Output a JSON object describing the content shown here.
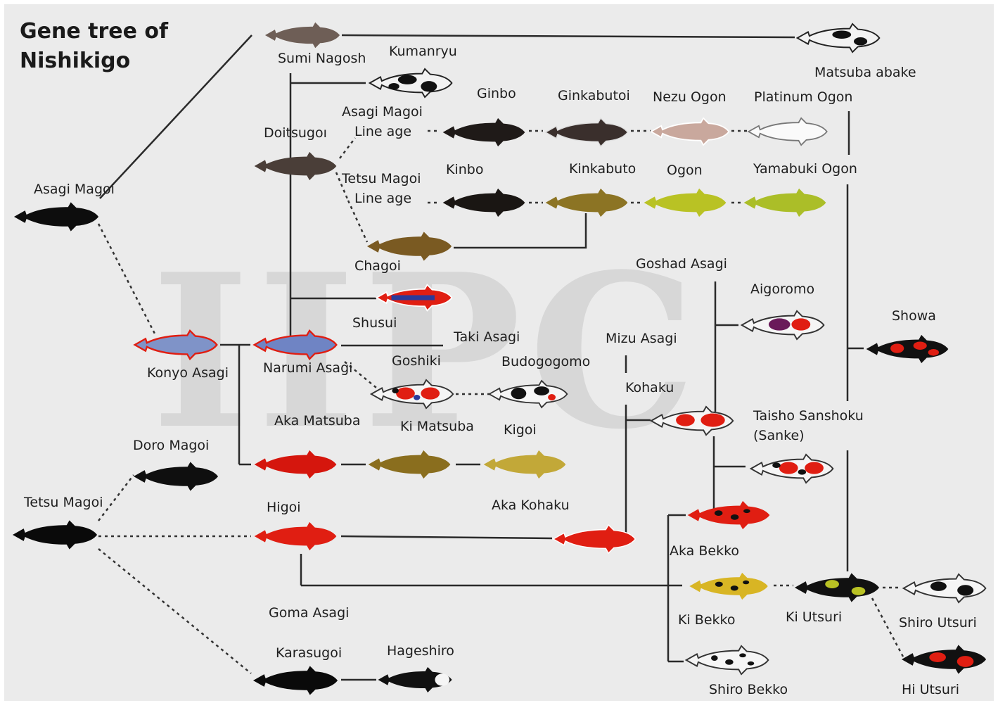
{
  "title_line1": "Gene tree of",
  "title_line2": "Nishikigo",
  "watermark": "IIPC",
  "labels": {
    "sumi_nagosh": "Sumi Nagosh",
    "kumanryu": "Kumanryu",
    "matsuba_abake": "Matsuba abake",
    "ginbo": "Ginbo",
    "ginkabutoi": "Ginkabutoi",
    "nezu_ogon": "Nezu Ogon",
    "platinum_ogon": "Platinum Ogon",
    "asagi_magoi_line1": "Asagi Magoi",
    "asagi_magoi_line2": "Line age",
    "doitsugoi": "Doitsugoı",
    "tetsu_magoi_line1": "Tetsu Magoi",
    "tetsu_magoi_line2": "Line age",
    "kinbo": "Kinbo",
    "kinkabuto": "Kinkabuto",
    "ogon": "Ogon",
    "yamabuki_ogon": "Yamabuki Ogon",
    "asagi_magoi": "Asagi Magoi",
    "chagoi": "Chagoi",
    "goshad_asagi": "Goshad Asagi",
    "aigoromo": "Aigoromo",
    "shusui": "Shusui",
    "showa": "Showa",
    "taki_asagi": "Taki Asagi",
    "mizu_asagi": "Mizu Asagi",
    "konyo_asagi": "Konyo Asagi",
    "narumi_asagi": "Narumi Asagi",
    "goshiki": "Goshiki",
    "budogogomo": "Budogogomo",
    "kohaku": "Kohaku",
    "taisho_sanshoku_line1": "Taisho Sanshoku",
    "taisho_sanshoku_line2": "(Sanke)",
    "aka_matsuba": "Aka Matsuba",
    "ki_matsuba": "Ki Matsuba",
    "kigoi": "Kigoi",
    "doro_magoi": "Doro Magoi",
    "tetsu_magoi": "Tetsu Magoi",
    "higoi": "Higoi",
    "aka_kohaku": "Aka Kohaku",
    "aka_bekko": "Aka Bekko",
    "goma_asagi": "Goma Asagi",
    "ki_bekko": "Ki Bekko",
    "ki_utsuri": "Ki Utsuri",
    "shiro_utsuri": "Shiro Utsuri",
    "karasugoi": "Karasugoi",
    "hageshiro": "Hageshiro",
    "shiro_bekko": "Shiro Bekko",
    "hi_utsuri": "Hi Utsuri"
  },
  "colors": {
    "background": "#ebebeb",
    "black_koi": "#111111",
    "red_koi": "#e01e12",
    "gold_koi": "#b79a2e",
    "yellow_koi": "#b9c224",
    "blue_koi": "#7f93c8",
    "gray_koi": "#6e5e56"
  }
}
